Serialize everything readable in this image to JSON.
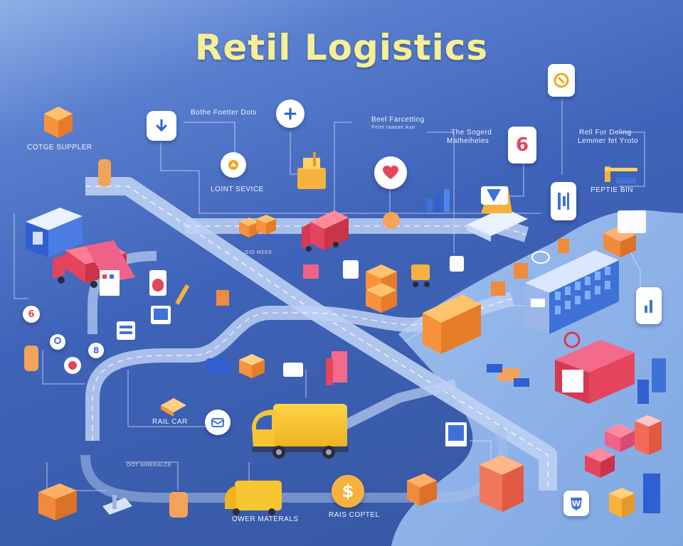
{
  "title": "Retil Logistics",
  "labels": {
    "cotge_suppler": "COTGE SUPPLER",
    "bothe_foetter": "Bothe Foetter Dots",
    "loint_service": "LOINT SEVICE",
    "beel_farcetting": "Beel Farcetting",
    "beel_sub": "Pelot taaeae Auo",
    "the_sogerd": "The Sogerd",
    "matheiheles": "Matheiheles",
    "rell_for_deling": "Rell For Deling",
    "lemmer_fet": "Lemmer fet Yroto",
    "peptie_bin": "PEPTIE BIN",
    "gio_mere": "GIO MEEE",
    "rail_car": "RAIL CAR",
    "oot_mrecalce": "OOT NIREEALCE",
    "owgr_materals": "OWER MATERALS",
    "rais_coptel": "RAIS COPTEL"
  },
  "badges": {
    "six_top": "6",
    "six_left": "6",
    "eight_left": "8",
    "dollar": "$"
  },
  "colors": {
    "title": "#f6ef94",
    "road": "#b9cdf1",
    "van_yellow": "#f6c531",
    "truck_red": "#e74a5e",
    "box_orange": "#f4a35a",
    "building_blue": "#3f72d8"
  },
  "icons": [
    "down-arrow-icon",
    "plus-icon",
    "heart-icon",
    "gear-icon",
    "document-icon",
    "coin-icon",
    "wordpress-icon"
  ]
}
